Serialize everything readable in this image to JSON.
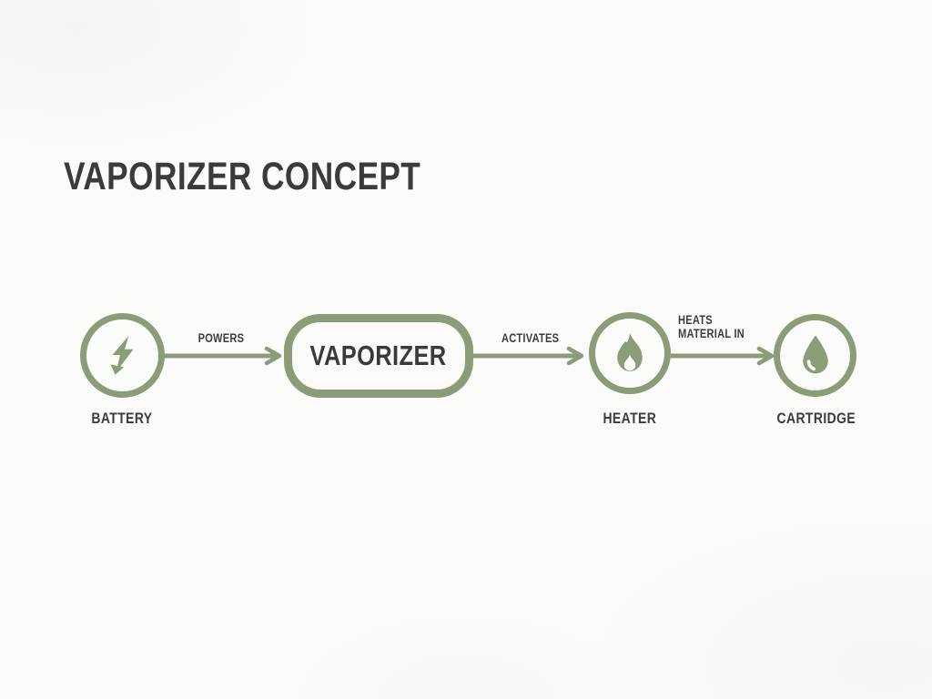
{
  "title": "VAPORIZER CONCEPT",
  "colors": {
    "accent_green": "#8c9c79",
    "text_dark": "#3b3b3b",
    "background": "#fbfbf9"
  },
  "diagram": {
    "nodes": [
      {
        "id": "battery",
        "label": "BATTERY",
        "shape": "circle",
        "icon": "lightning-bolt-icon"
      },
      {
        "id": "vaporizer",
        "label": "VAPORIZER",
        "shape": "rounded-rect",
        "icon": null
      },
      {
        "id": "heater",
        "label": "HEATER",
        "shape": "circle",
        "icon": "flame-icon"
      },
      {
        "id": "cartridge",
        "label": "CARTRIDGE",
        "shape": "circle",
        "icon": "droplet-icon"
      }
    ],
    "edges": [
      {
        "from": "battery",
        "to": "vaporizer",
        "label": "POWERS"
      },
      {
        "from": "vaporizer",
        "to": "heater",
        "label": "ACTIVATES"
      },
      {
        "from": "heater",
        "to": "cartridge",
        "label": "HEATS MATERIAL IN",
        "label_lines": {
          "0": "HEATS",
          "1": "MATERIAL IN"
        }
      }
    ]
  }
}
